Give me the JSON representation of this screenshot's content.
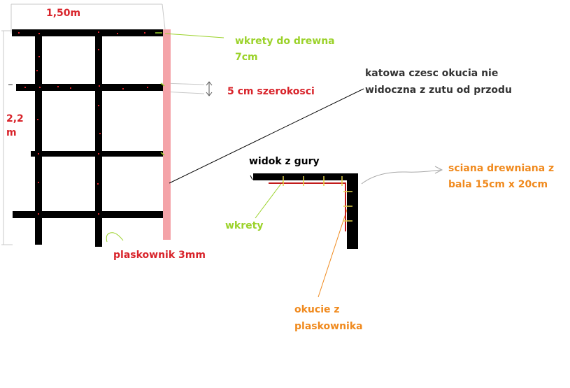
{
  "labels": {
    "width": "1,50m",
    "height_line1": "2,2",
    "height_line2": "m",
    "screws_line1": "wkrety do drewna",
    "screws_line2": "7cm",
    "width_5cm": "5 cm szerokosci",
    "angle_line1": "katowa czesc okucia nie",
    "angle_line2": "widoczna z zutu od przodu",
    "top_view": "widok z gury",
    "wall_line1": "sciana drewniana z",
    "wall_line2": "bala 15cm x 20cm",
    "screws_small": "wkrety",
    "flat_bar": "plaskownik 3mm",
    "fitting_line1": "okucie z",
    "fitting_line2": "plaskownika"
  },
  "colors": {
    "red_text": "#d8232a",
    "green_text": "#9bd22a",
    "orange_text": "#f08a1e",
    "dark_text": "#333333",
    "bar": "#000000",
    "wood": "#f4a3a8",
    "fitting": "#c21b1b",
    "screw": "#e3d34a",
    "guide": "#bdbdbd"
  }
}
